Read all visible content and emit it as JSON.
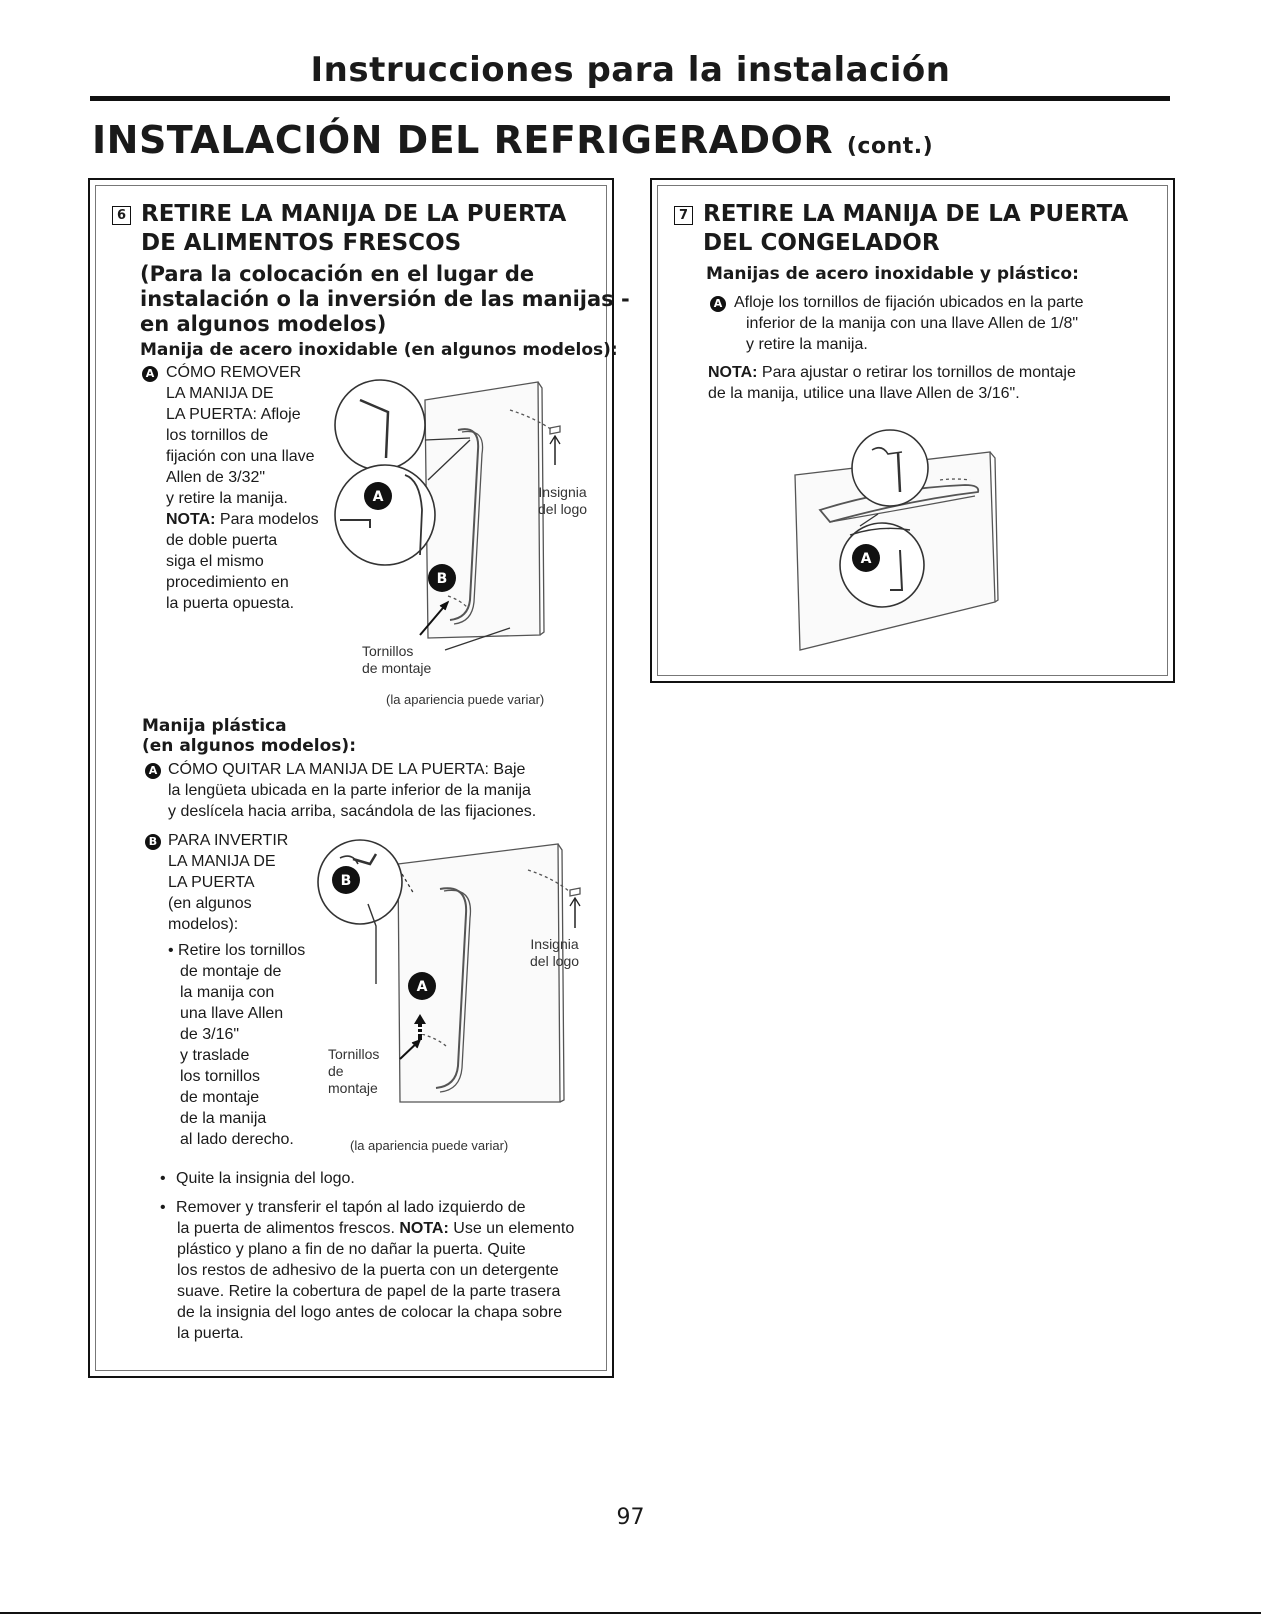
{
  "header": {
    "title": "Instrucciones para la instalación"
  },
  "section": {
    "title": "INSTALACIÓN DEL REFRIGERADOR",
    "cont": "(cont.)"
  },
  "left": {
    "step_number": "6",
    "title_line1": "RETIRE LA MANIJA DE LA PUERTA",
    "title_line2": "DE ALIMENTOS FRESCOS",
    "subtitle_line1": "(Para la colocación en el lugar de",
    "subtitle_line2": "instalación o la inversión de las manijas -",
    "subtitle_line3": "en algunos modelos)",
    "stainless_label": "Manija de acero inoxidable (en algunos modelos):",
    "stainless_steps": [
      "CÓMO REMOVER",
      "LA MANIJA DE",
      "LA PUERTA: Afloje",
      "los tornillos de",
      "fijación con una llave",
      "Allen de 3/32\"",
      "y retire la manija."
    ],
    "stainless_note_label": "NOTA:",
    "stainless_note_lines": [
      " Para modelos",
      "de doble puerta",
      "siga el mismo",
      "procedimiento en",
      "la puerta opuesta."
    ],
    "fig1": {
      "logo_label_1": "Insignia",
      "logo_label_2": "del logo",
      "screws_label_1": "Tornillos",
      "screws_label_2": "de montaje",
      "caption": "(la apariencia puede variar)"
    },
    "plastic_label_1": "Manija plástica",
    "plastic_label_2": "(en algunos modelos):",
    "plastic_a_lines": [
      "CÓMO QUITAR LA MANIJA DE LA PUERTA: Baje",
      "la lengüeta ubicada en la parte inferior de la manija",
      "y deslícela hacia arriba, sacándola de las fijaciones."
    ],
    "plastic_b_lines": [
      "PARA INVERTIR",
      "LA MANIJA DE",
      "LA PUERTA",
      "(en algunos",
      "modelos):"
    ],
    "bullet1_lines": [
      "• Retire los tornillos",
      "de montaje de",
      "la manija con",
      "una llave Allen",
      "de 3/16\"",
      "y traslade",
      "los tornillos",
      "de montaje",
      "de la manija",
      "al lado derecho."
    ],
    "fig2": {
      "logo_label_1": "Insignia",
      "logo_label_2": "del logo",
      "screws_label_1": "Tornillos",
      "screws_label_2": "de",
      "screws_label_3": "montaje",
      "caption": "(la apariencia puede variar)"
    },
    "bullet2": "Quite la insignia del logo.",
    "bullet3_lines": [
      "Remover y transferir el tapón al lado izquierdo de",
      "la puerta de alimentos frescos.",
      "plástico y plano a fin de no dañar la puerta. Quite",
      "los restos de adhesivo de la puerta con un detergente",
      "suave. Retire la cobertura de papel de la parte trasera",
      "de la insignia del logo antes de colocar la chapa sobre",
      "la puerta."
    ],
    "bullet3_note_label": "NOTA:",
    "bullet3_note_rest": " Use un elemento"
  },
  "right": {
    "step_number": "7",
    "title_line1": "RETIRE LA MANIJA DE LA PUERTA",
    "title_line2": "DEL CONGELADOR",
    "label": "Manijas de acero inoxidable y plástico:",
    "step_a_lines": [
      "Afloje los tornillos de fijación ubicados en la parte",
      "inferior de la manija con una llave Allen de 1/8\"",
      "y retire la manija."
    ],
    "note_label": "NOTA:",
    "note_line1": " Para ajustar o retirar los tornillos de montaje",
    "note_line2": "de la manija, utilice una llave Allen de 3/16\"."
  },
  "badges": {
    "a": "A",
    "b": "B"
  },
  "page_number": "97"
}
